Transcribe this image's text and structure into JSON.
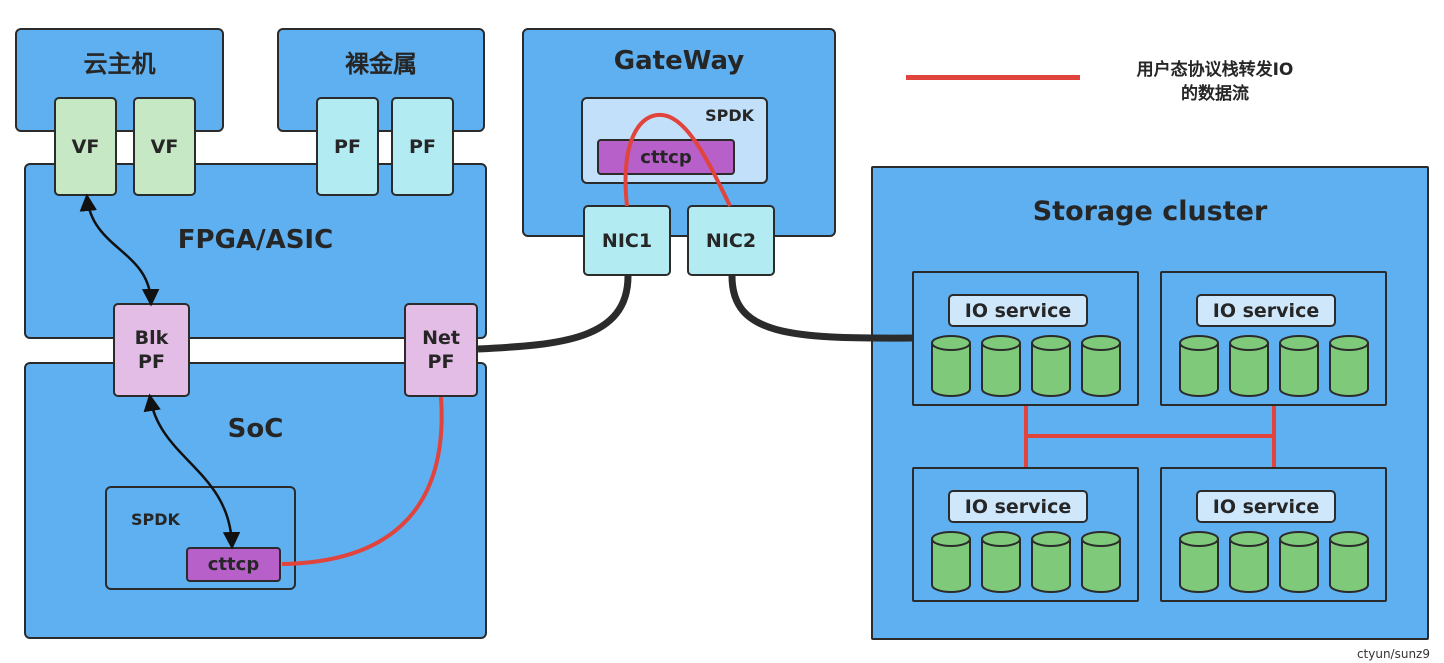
{
  "host": {
    "cloud_vm": {
      "title": "云主机",
      "ports": [
        "VF",
        "VF"
      ]
    },
    "bare_metal": {
      "title": "裸金属",
      "ports": [
        "PF",
        "PF"
      ]
    },
    "fpga": {
      "title": "FPGA/ASIC"
    },
    "blk_pf": {
      "line1": "Blk",
      "line2": "PF"
    },
    "net_pf": {
      "line1": "Net",
      "line2": "PF"
    },
    "soc": {
      "title": "SoC",
      "spdk": "SPDK",
      "cttcp": "cttcp"
    }
  },
  "gateway": {
    "title": "GateWay",
    "spdk": "SPDK",
    "cttcp": "cttcp",
    "nic1": "NIC1",
    "nic2": "NIC2"
  },
  "legend": {
    "line_color": "#e0443c",
    "text_line1": "用户态协议栈转发IO",
    "text_line2": "的数据流"
  },
  "storage": {
    "title": "Storage cluster",
    "nodes": [
      {
        "service": "IO service"
      },
      {
        "service": "IO service"
      },
      {
        "service": "IO service"
      },
      {
        "service": "IO service"
      }
    ]
  },
  "credit": "ctyun/sunz9",
  "colors": {
    "box_blue": "#5fb0f0",
    "vf_green": "#c7e8c5",
    "pf_cyan": "#b3ebf2",
    "pf_pink": "#e3bde5",
    "cttcp_purple": "#b760c9",
    "disk_green": "#7ec97a",
    "data_flow_red": "#e0443c",
    "link_black": "#2b2b2b"
  }
}
